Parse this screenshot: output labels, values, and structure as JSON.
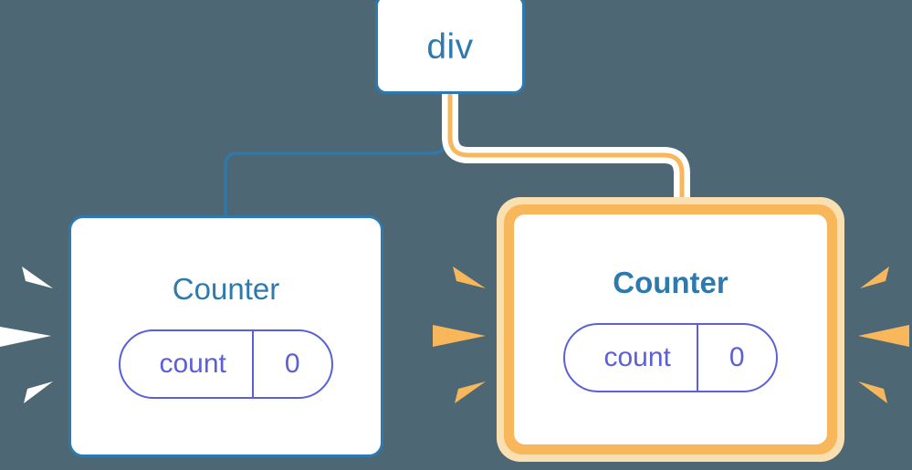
{
  "background_color": "#4d6874",
  "palette": {
    "blue": "#2e7aae",
    "orange": "#f8b75b",
    "orange_light": "#fadfb0",
    "indigo": "#5b5fd9",
    "white": "#ffffff"
  },
  "tree": {
    "root": {
      "tag": "div",
      "label": "div",
      "highlighted": false
    },
    "children": [
      {
        "name": "counter-left",
        "title": "Counter",
        "title_weight": "regular",
        "highlighted": false,
        "props": [
          {
            "key": "count",
            "value": "0"
          }
        ],
        "sparkle_color": "#ffffff",
        "sparkle_count": 3
      },
      {
        "name": "counter-right",
        "title": "Counter",
        "title_weight": "bold",
        "highlighted": true,
        "props": [
          {
            "key": "count",
            "value": "0"
          }
        ],
        "sparkle_color": "#f8b75b",
        "sparkle_count": 6
      }
    ]
  },
  "edges": [
    {
      "from": "div",
      "to": "counter-left",
      "color": "#2e7aae",
      "highlighted": false
    },
    {
      "from": "div",
      "to": "counter-right",
      "color": "#f8b75b",
      "highlighted": true
    }
  ]
}
